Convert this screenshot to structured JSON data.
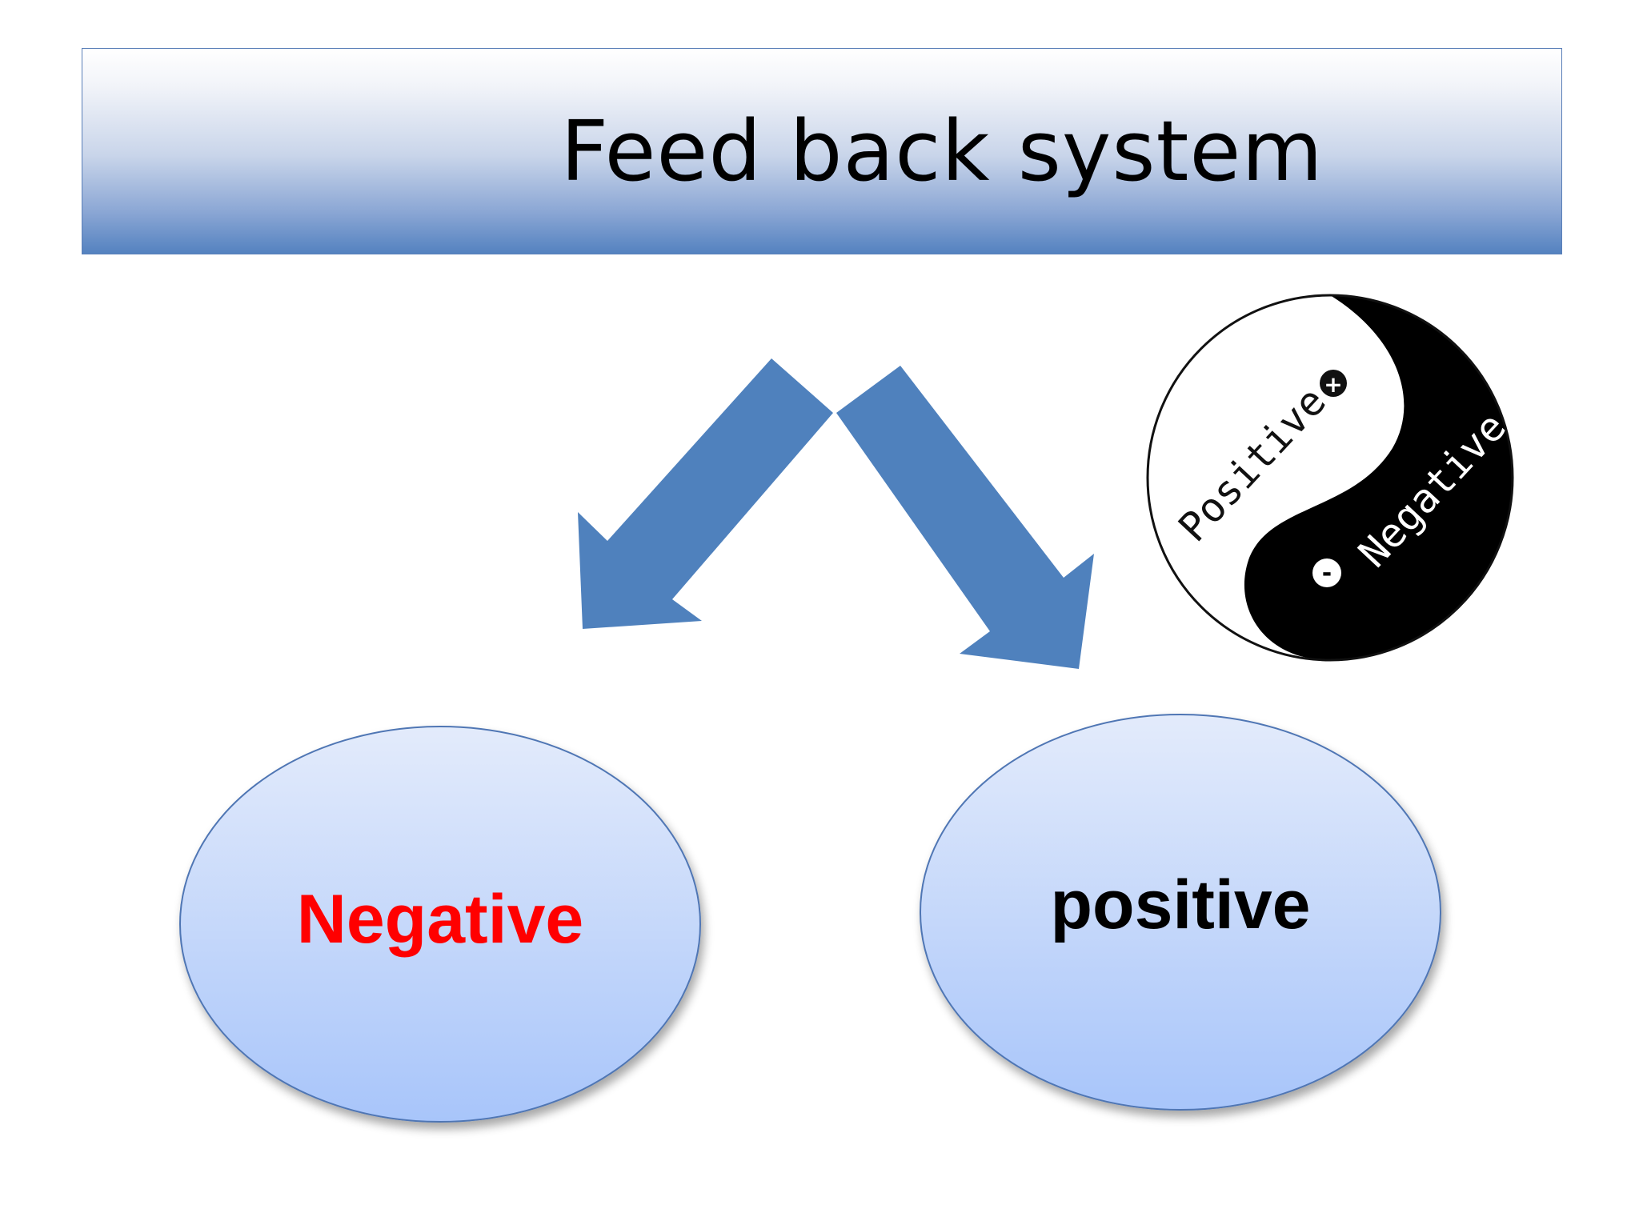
{
  "title": "Feed back system",
  "nodes": {
    "negative": {
      "label": "Negative",
      "color": "#ff0000"
    },
    "positive": {
      "label": "positive",
      "color": "#000000"
    }
  },
  "symbol": {
    "positive_text": "Positive",
    "negative_text": "Negative",
    "plus_sign": "+",
    "minus_sign": "-"
  },
  "colors": {
    "arrow": "#4f81bd",
    "title_gradient_bottom": "#5482c0",
    "ellipse_top": "#e3ebfb",
    "ellipse_bottom": "#a8c5fa",
    "ellipse_border": "#4f76b4"
  },
  "icons": [
    "yin-yang-icon",
    "arrow-down-left-icon",
    "arrow-down-right-icon"
  ]
}
